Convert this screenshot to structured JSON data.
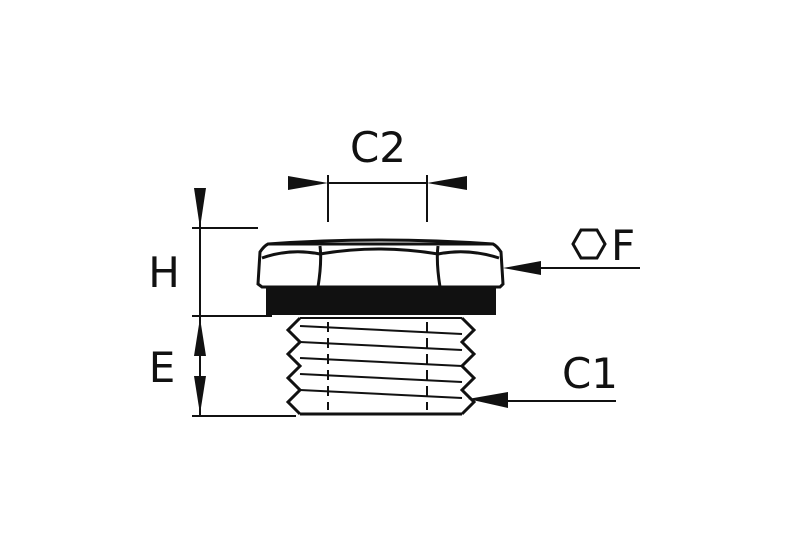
{
  "labels": {
    "c2": "C2",
    "h": "H",
    "e": "E",
    "f": "F",
    "c1": "C1"
  },
  "icons": {
    "hexagon": "hexagon-icon"
  },
  "colors": {
    "ink": "#111111",
    "background": "#ffffff"
  }
}
